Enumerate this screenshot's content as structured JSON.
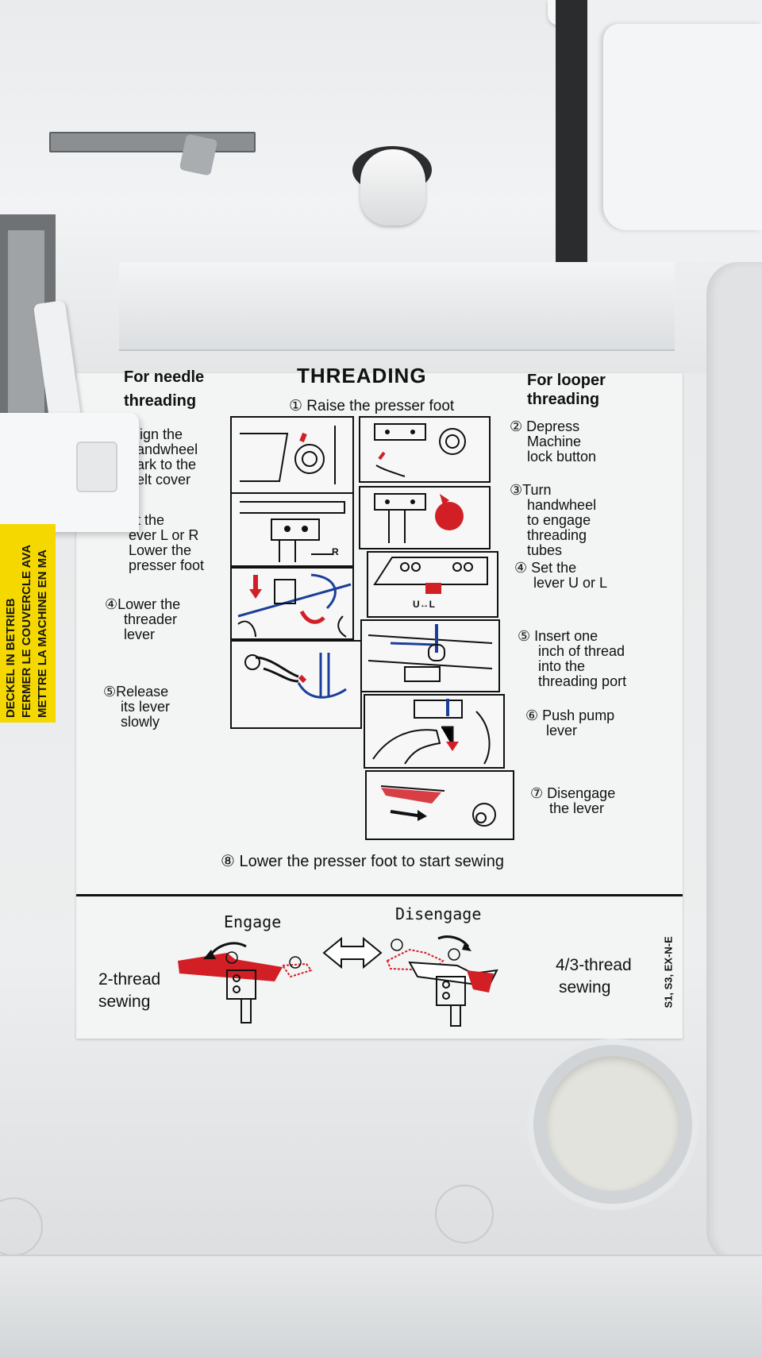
{
  "yellow_label": {
    "lines": [
      "DECKEL IN BETRIEB",
      "FERMER LE COUVERCLE AVA",
      "METTRE LA MACHINE EN MA"
    ]
  },
  "sticker": {
    "title": "THREADING",
    "left_heading_1": "For needle",
    "left_heading_2": "threading",
    "right_heading_1": "For looper",
    "right_heading_2": "threading",
    "step1": "① Raise the presser foot",
    "needle_steps": [
      [
        "lign the",
        "andwheel",
        "ark to the",
        "elt cover"
      ],
      [
        "et the",
        "ever L or R",
        "Lower the",
        "presser foot"
      ],
      [
        "④Lower the",
        "threader",
        "lever"
      ],
      [
        "⑤Release",
        "its lever",
        "slowly"
      ]
    ],
    "looper_steps": [
      [
        "② Depress",
        "Machine",
        "lock button"
      ],
      [
        "③Turn",
        "handwheel",
        "to engage",
        "threading",
        "tubes"
      ],
      [
        "④ Set the",
        "lever U or L"
      ],
      [
        "⑤ Insert one",
        "inch of thread",
        "into the",
        "threading port"
      ],
      [
        "⑥ Push pump",
        "lever"
      ],
      [
        "⑦ Disengage",
        "the lever"
      ]
    ],
    "step8": "⑧ Lower the presser foot to start sewing",
    "engage": "Engage",
    "disengage": "Disengage",
    "two_thread_1": "2-thread",
    "two_thread_2": "sewing",
    "four_thread_1": "4/3-thread",
    "four_thread_2": "sewing",
    "model_code": "S1, S3, EX-N-E",
    "panel_labels": {
      "r": "R",
      "ul": "U↔L"
    },
    "colors": {
      "red": "#d21f26",
      "blue": "#1a3f9a",
      "label_yellow": "#f5d800"
    }
  }
}
